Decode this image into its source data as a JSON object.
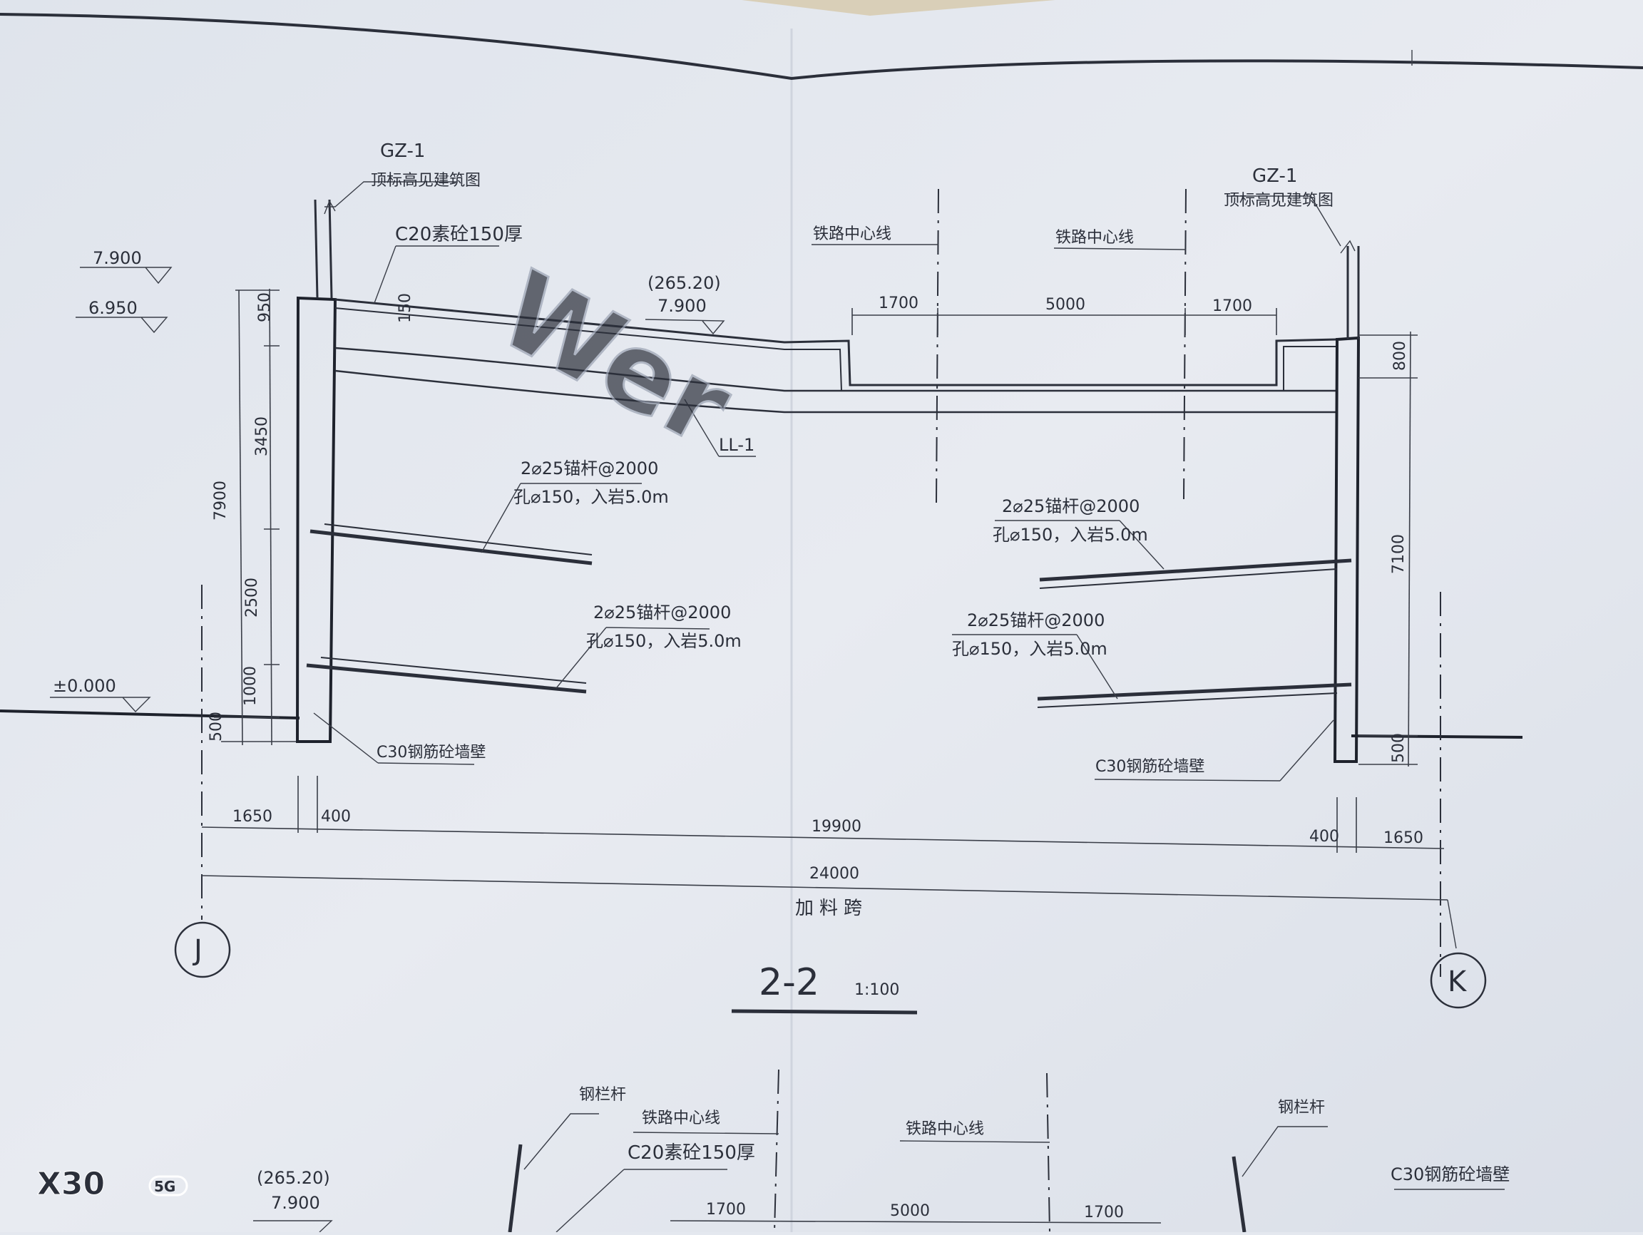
{
  "drawing": {
    "section_title": "2-2",
    "section_scale": "1:100",
    "span_name": "加料跨",
    "axis_left": "J",
    "axis_right": "K"
  },
  "labels": {
    "gz_left": "GZ-1",
    "gz_left_note": "顶标高见建筑图",
    "gz_right": "GZ-1",
    "gz_right_note": "顶标高见建筑图",
    "slab": "C20素砼150厚",
    "slab_thk": "150",
    "elev_ref": "(265.20)",
    "elev_top": "7.900",
    "elev_left_1": "7.900",
    "elev_left_2": "6.950",
    "elev_ground": "±0.000",
    "beam": "LL-1",
    "rail_cl_1": "铁路中心线",
    "rail_cl_2": "铁路中心线",
    "wall_left": "C30钢筋砼墙壁",
    "wall_right": "C30钢筋砼墙壁"
  },
  "anchors": [
    {
      "line1": "2⌀25锚杆@2000",
      "line2": "孔⌀150，入岩5.0m"
    },
    {
      "line1": "2⌀25锚杆@2000",
      "line2": "孔⌀150，入岩5.0m"
    },
    {
      "line1": "2⌀25锚杆@2000",
      "line2": "孔⌀150，入岩5.0m"
    },
    {
      "line1": "2⌀25锚杆@2000",
      "line2": "孔⌀150，入岩5.0m"
    }
  ],
  "dimensions": {
    "left_vertical": [
      "950",
      "3450",
      "2500",
      "1000",
      "500"
    ],
    "left_total": "7900",
    "right_vertical": [
      "800",
      "7100",
      "500"
    ],
    "top_horizontal": [
      "1700",
      "5000",
      "1700"
    ],
    "bottom_chain": [
      "1650",
      "400",
      "19900",
      "400",
      "1650"
    ],
    "overall": "24000"
  },
  "lower_section": {
    "railing_left": "钢栏杆",
    "railing_right": "钢栏杆",
    "rail_cl_1": "铁路中心线",
    "rail_cl_2": "铁路中心线",
    "slab": "C20素砼150厚",
    "wall": "C30钢筋砼墙壁",
    "elev_ref": "(265.20)",
    "elev_top": "7.900",
    "dims": [
      "1700",
      "5000",
      "1700"
    ]
  },
  "watermark": "Wer",
  "camera": {
    "model": "X30",
    "network": "5G"
  }
}
